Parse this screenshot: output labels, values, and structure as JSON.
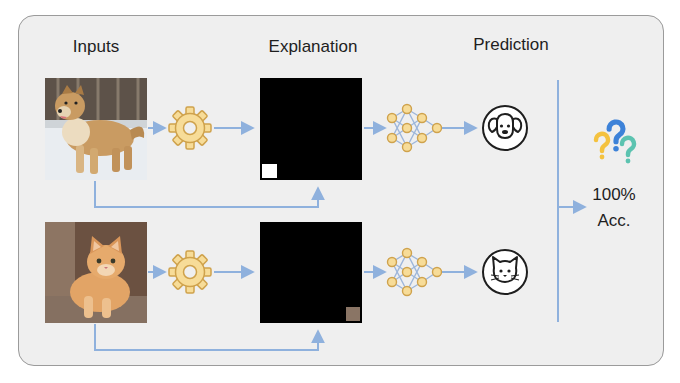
{
  "diagram": {
    "nodes": [
      {
        "text": [
          "Inputs",
          "Explanation",
          "Prediction",
          "100% Acc."
        ]
      }
    ]
  }
}
